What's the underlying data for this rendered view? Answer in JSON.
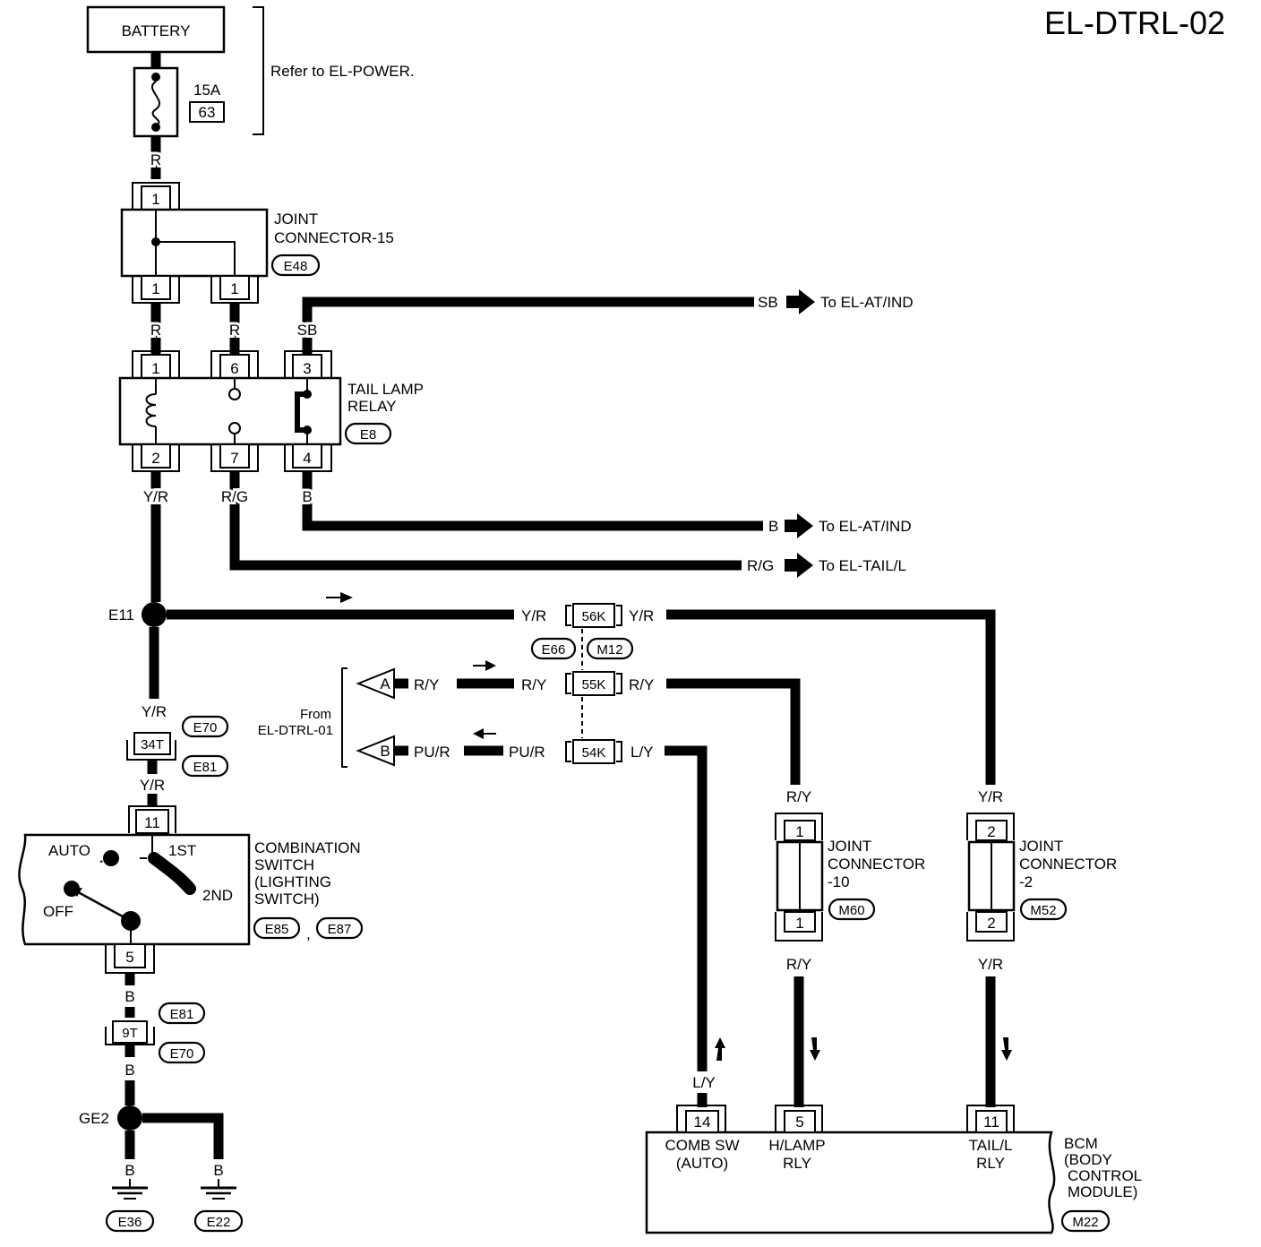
{
  "title": "EL-DTRL-02",
  "power": {
    "battery": "BATTERY",
    "refer": "Refer to EL-POWER.",
    "fuse_amp": "15A",
    "fuse_no": "63"
  },
  "components": {
    "joint15": {
      "name1": "JOINT",
      "name2": "CONNECTOR-15",
      "id": "E48"
    },
    "tail_relay": {
      "name1": "TAIL LAMP",
      "name2": "RELAY",
      "id": "E8"
    },
    "combo_switch": {
      "name1": "COMBINATION",
      "name2": "SWITCH",
      "name3": "(LIGHTING",
      "name4": "SWITCH)",
      "id1": "E85",
      "sep": ",",
      "id2": "E87",
      "pos_auto": "AUTO",
      "pos_1st": "1ST",
      "pos_2nd": "2ND",
      "pos_off": "OFF"
    },
    "joint10": {
      "name1": "JOINT",
      "name2": "CONNECTOR",
      "name3": "-10",
      "id": "M60"
    },
    "joint2": {
      "name1": "JOINT",
      "name2": "CONNECTOR",
      "name3": "-2",
      "id": "M52"
    },
    "bcm": {
      "name1": "BCM",
      "name2": "(BODY",
      "name3": "CONTROL",
      "name4": "MODULE)",
      "id": "M22",
      "t14a": "COMB SW",
      "t14b": "(AUTO)",
      "t5a": "H/LAMP",
      "t5b": "RLY",
      "t11a": "TAIL/L",
      "t11b": "RLY"
    }
  },
  "pins": {
    "j15_top": "1",
    "j15_bl": "1",
    "j15_br": "1",
    "relay_1": "1",
    "relay_6": "6",
    "relay_3": "3",
    "relay_2": "2",
    "relay_7": "7",
    "relay_4": "4",
    "sw_11": "11",
    "sw_5": "5",
    "j10_top": "1",
    "j10_bot": "1",
    "j2_top": "2",
    "j2_bot": "2",
    "bcm_14": "14",
    "bcm_5": "5",
    "bcm_11": "11"
  },
  "connectors": {
    "c56k": "56K",
    "c55k": "55K",
    "c54k": "54K",
    "e66": "E66",
    "m12": "M12",
    "c34t": "34T",
    "e70a": "E70",
    "e81a": "E81",
    "c9t": "9T",
    "e81b": "E81",
    "e70b": "E70"
  },
  "wires": {
    "r_fuse": "R",
    "r_j15a": "R",
    "r_j15b": "R",
    "sb": "SB",
    "yr_relay": "Y/R",
    "rg_relay": "R/G",
    "b_relay": "B",
    "sb_out": "SB",
    "b_out": "B",
    "rg_out": "R/G",
    "yr_a": "Y/R",
    "yr_b": "Y/R",
    "ry_a": "R/Y",
    "ry_b": "R/Y",
    "ry_c": "R/Y",
    "pur_a": "PU/R",
    "pur_b": "PU/R",
    "ly_a": "L/Y",
    "yr_sw1": "Y/R",
    "yr_sw2": "Y/R",
    "b_sw1": "B",
    "b_sw2": "B",
    "b_g1": "B",
    "b_g2": "B",
    "ry_j10a": "R/Y",
    "ry_j10b": "R/Y",
    "yr_j2a": "Y/R",
    "yr_j2b": "Y/R",
    "ly_bcm": "L/Y"
  },
  "destinations": {
    "sb": "To EL-AT/IND",
    "b": "To EL-AT/IND",
    "rg": "To EL-TAIL/L"
  },
  "from_block": {
    "from": "From",
    "src": "EL-DTRL-01",
    "a": "A",
    "b": "B"
  },
  "splices": {
    "e11": "E11",
    "ge2": "GE2"
  },
  "grounds": {
    "g1": "E36",
    "g2": "E22"
  }
}
